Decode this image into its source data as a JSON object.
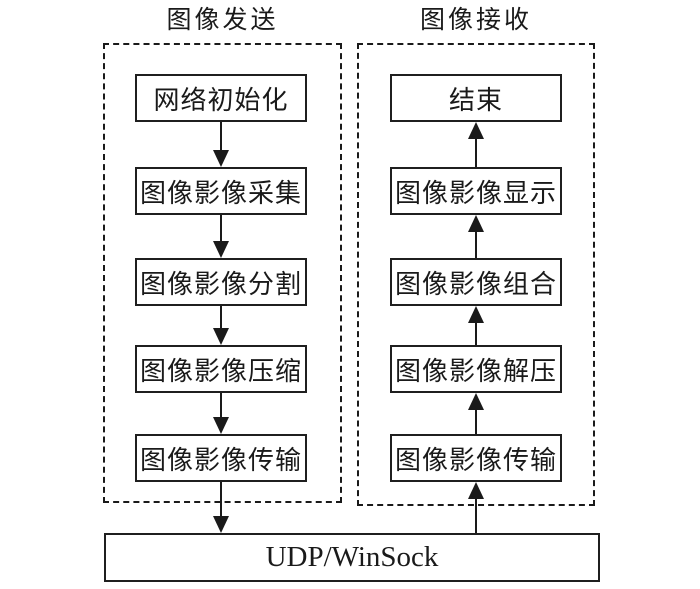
{
  "diagram": {
    "sender": {
      "title": "图像发送",
      "flow_direction": "down",
      "steps": [
        "网络初始化",
        "图像影像采集",
        "图像影像分割",
        "图像影像压缩",
        "图像影像传输"
      ]
    },
    "receiver": {
      "title": "图像接收",
      "flow_direction": "up",
      "steps": [
        "结束",
        "图像影像显示",
        "图像影像组合",
        "图像影像解压",
        "图像影像传输"
      ]
    },
    "transport": {
      "label": "UDP/WinSock"
    },
    "colors": {
      "line": "#1a1a1a",
      "background": "#ffffff"
    }
  }
}
